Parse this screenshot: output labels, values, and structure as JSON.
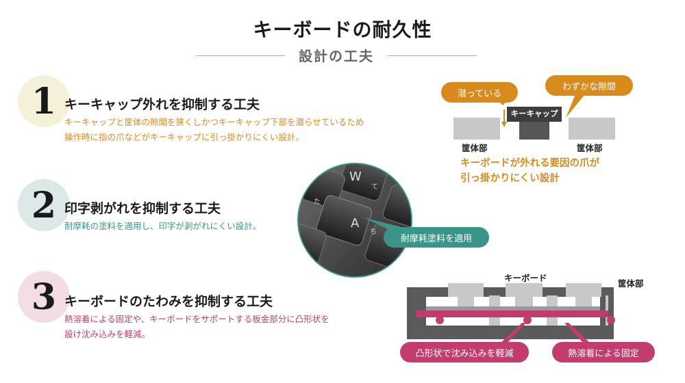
{
  "title": "キーボードの耐久性",
  "subtitle": "設計の工夫",
  "colors": {
    "section1_circle": "#f5f0d8",
    "section2_circle": "#dde9e6",
    "section3_circle": "#f3dde4",
    "orange": "#d98a1c",
    "teal": "#3a9487",
    "crimson": "#c23c6e",
    "gray_dark": "#555555",
    "gray_light": "#c8c8c8"
  },
  "sections": [
    {
      "number": "1",
      "title": "キーキャップ外れを抑制する工夫",
      "desc_line1": "キーキャップと筐体の隙間を狭くしかつキーキャップ下部を潜らせているため",
      "desc_line2": "操作時に指の爪などがキーキャップに引っ掛かりにくい設計。"
    },
    {
      "number": "2",
      "title": "印字剥がれを抑制する工夫",
      "desc_line1": "耐摩耗の塗料を適用し、印字が剥がれにくい設計。"
    },
    {
      "number": "3",
      "title": "キーボードのたわみを抑制する工夫",
      "desc_line1": "熱溶着による固定や、キーボードをサポートする板金部分に凸形状を",
      "desc_line2": "設け沈み込みを軽減。"
    }
  ],
  "diagram1": {
    "callout_left": "潜っている",
    "callout_right": "わずかな隙間",
    "keycap_label": "キーキャップ",
    "housing_left": "筐体部",
    "housing_right": "筐体部",
    "caption_line1": "キーボードが外れる要因の爪が",
    "caption_line2": "引っ掛かりにくい設計"
  },
  "diagram2": {
    "callout": "耐摩耗塗料を適用",
    "key_w": "W",
    "key_a": "A",
    "kana_w": "て",
    "kana_a": "ち",
    "kana_q": "た"
  },
  "diagram3": {
    "keyboard_label": "キーボード",
    "housing_label": "筐体部",
    "callout_left": "凸形状で沈み込みを軽減",
    "callout_right": "熱溶着による固定"
  }
}
